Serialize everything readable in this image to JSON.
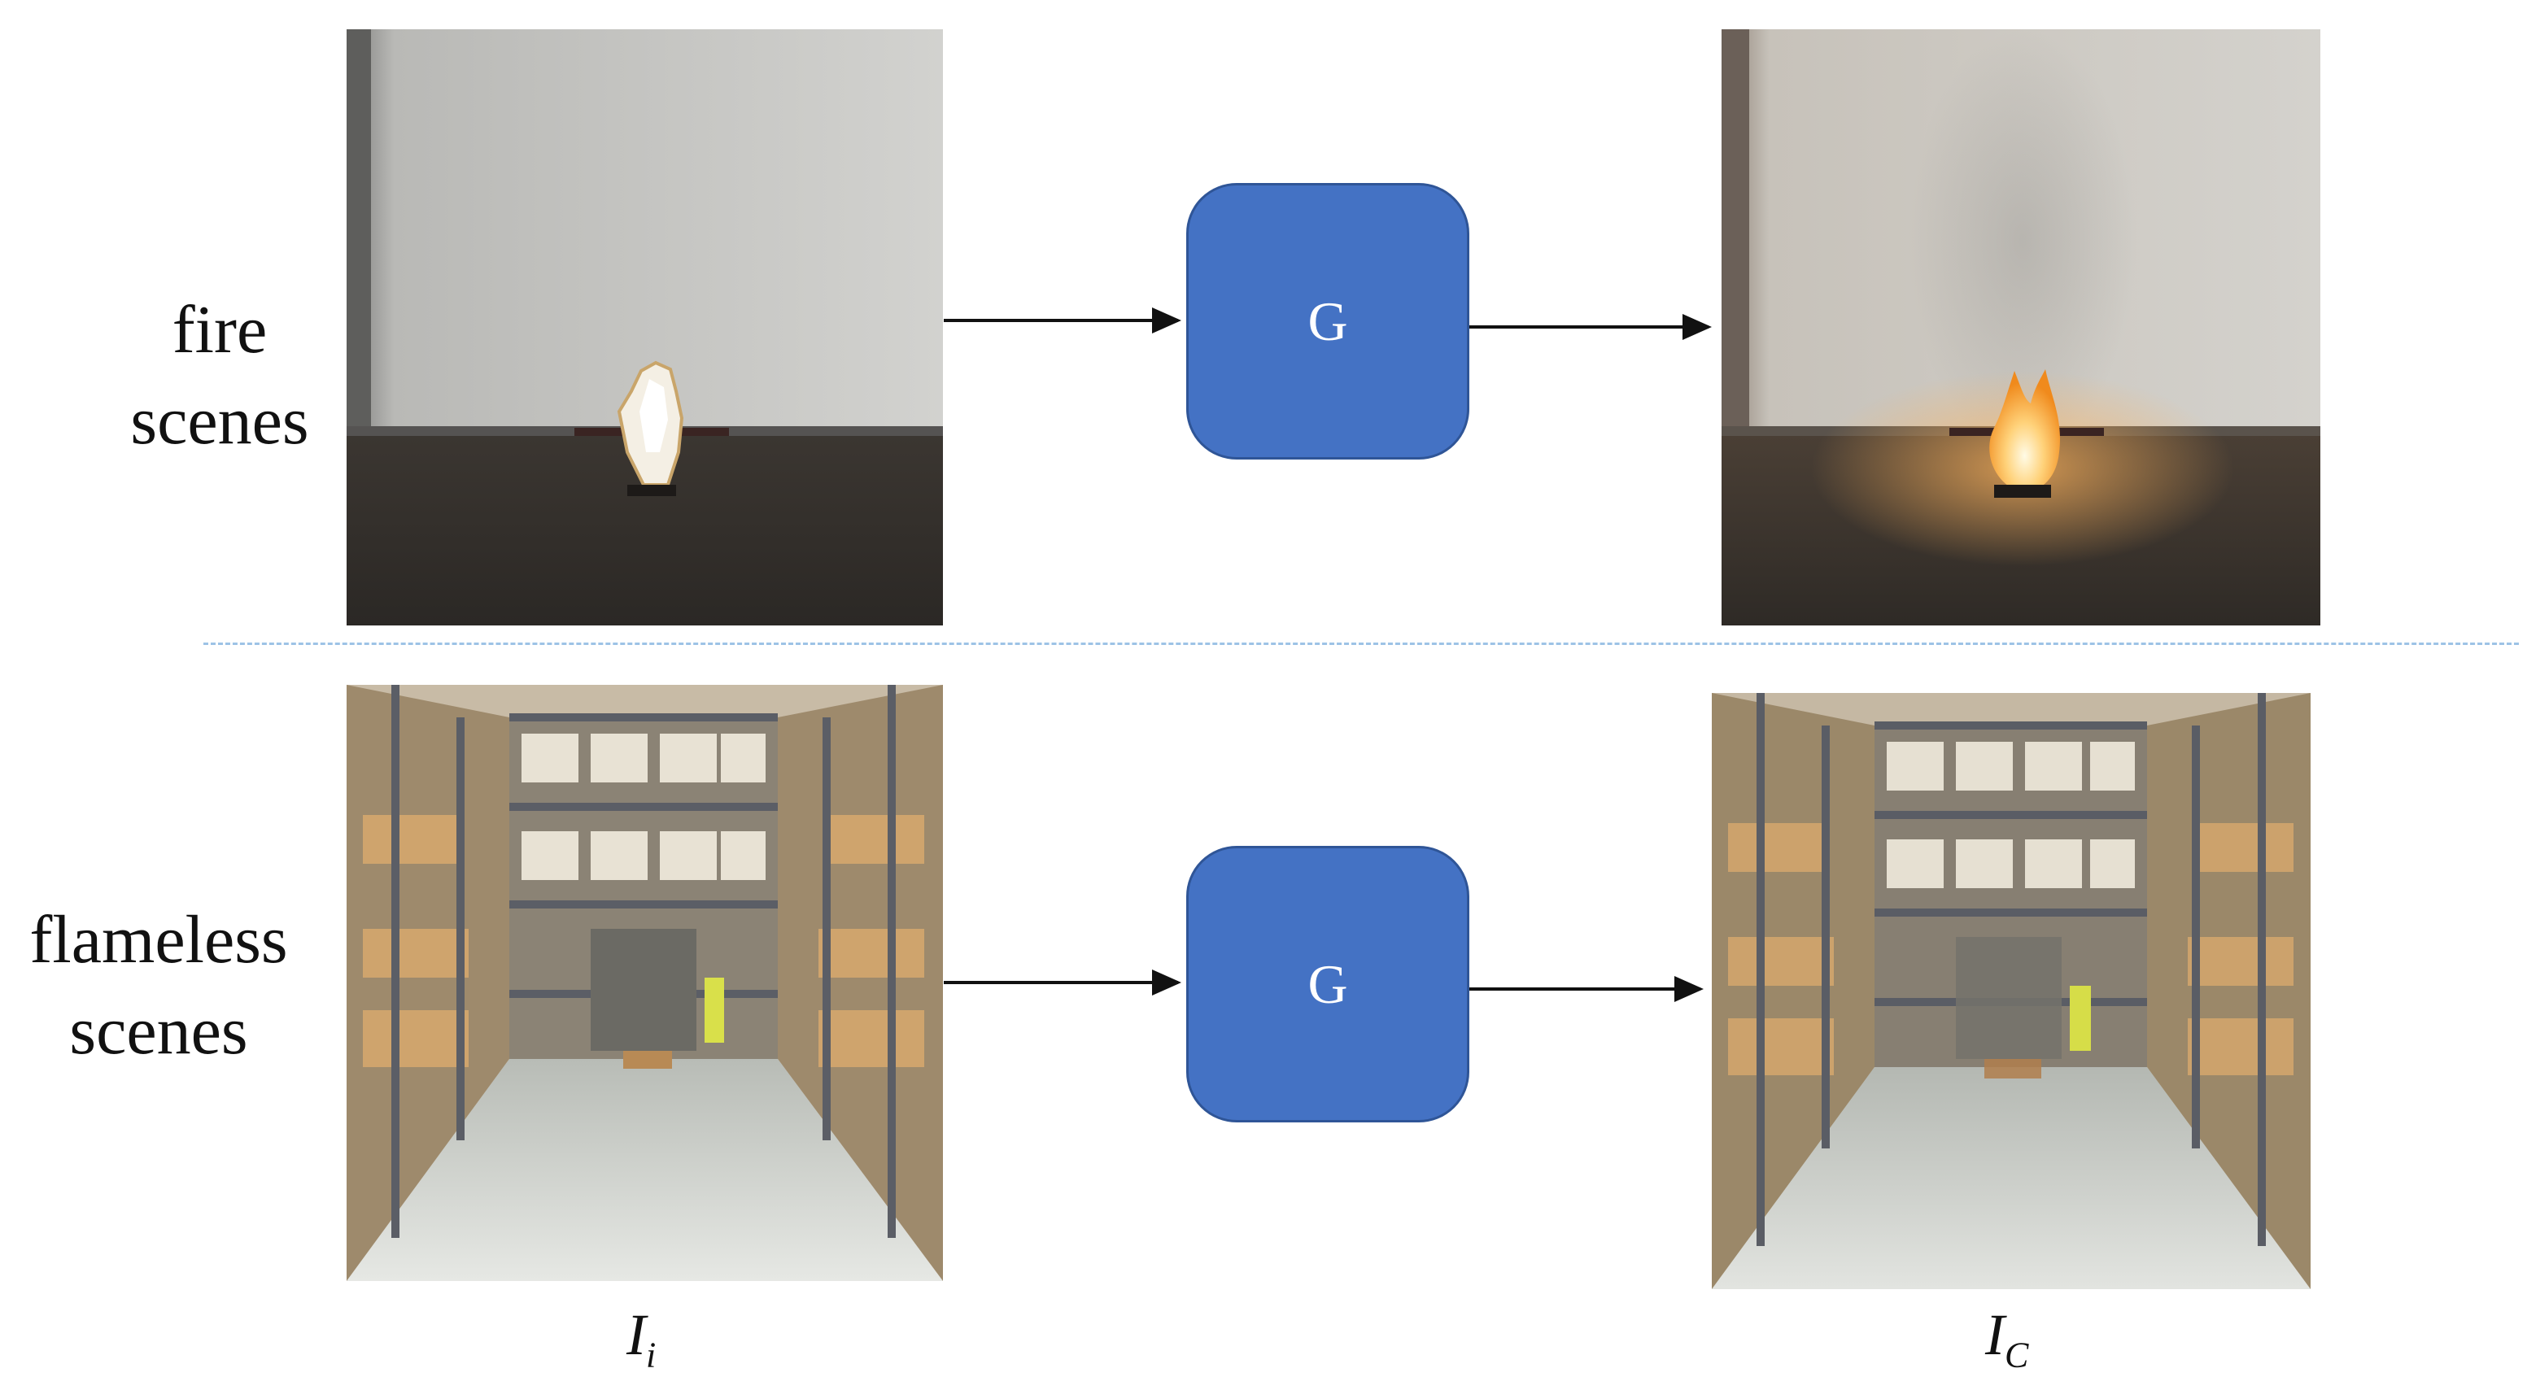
{
  "rows": {
    "fire": {
      "label_line1": "fire",
      "label_line2": "scenes"
    },
    "flameless": {
      "label_line1": "flameless",
      "label_line2": "scenes"
    }
  },
  "generator": {
    "label_top": "G",
    "label_bottom": "G",
    "color": "#4472c4"
  },
  "captions": {
    "input": {
      "main": "I",
      "sub": "i"
    },
    "output": {
      "main": "I",
      "sub": "C"
    }
  },
  "divider_color": "#9dc3e6"
}
